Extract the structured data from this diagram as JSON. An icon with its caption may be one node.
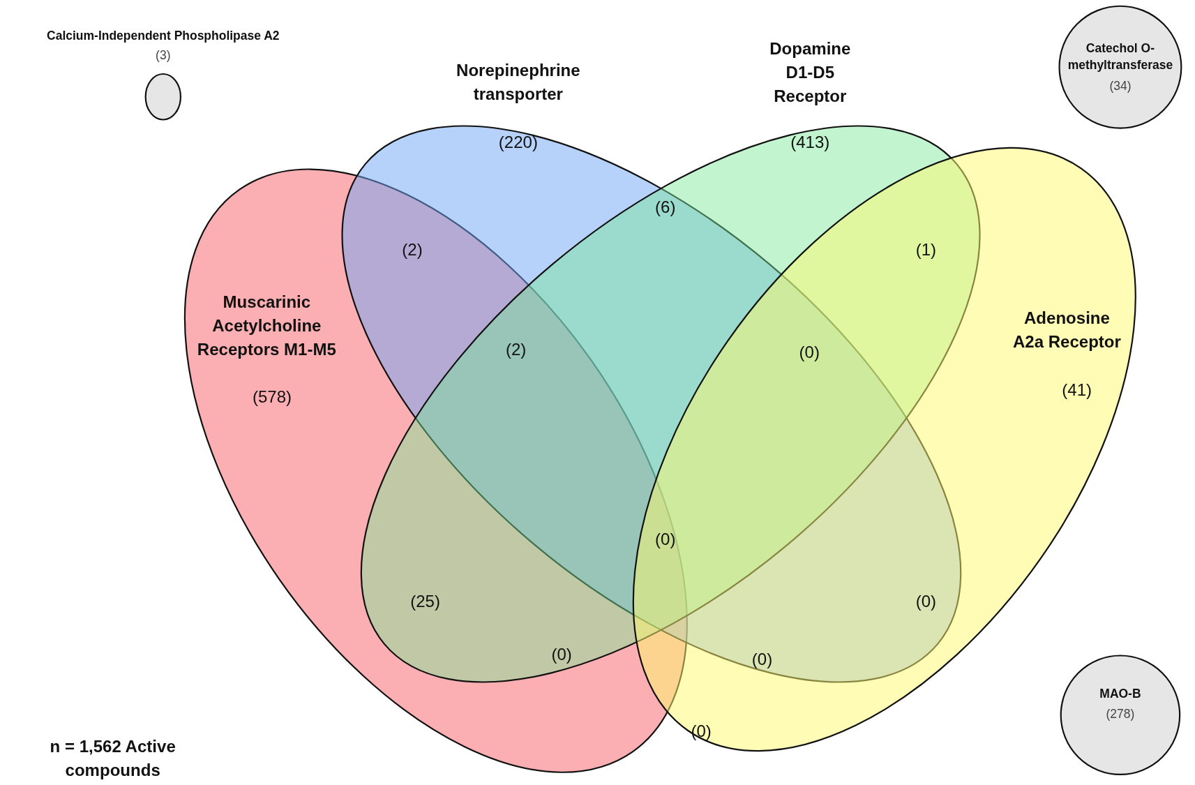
{
  "diagram": {
    "nodes": [
      {
        "text": [
          "Muscarinic Acetylcholine Receptors M1-M5",
          "(578)"
        ]
      },
      {
        "text": [
          "Norepinephrine transporter",
          "(220)"
        ]
      },
      {
        "text": [
          "Dopamine D1-D5 Receptor",
          "(413)"
        ]
      },
      {
        "text": [
          "Adenosine A2a Receptor",
          "(41)"
        ]
      },
      {
        "text": [
          "Calcium-Independent Phospholipase A2",
          "(3)"
        ]
      },
      {
        "text": [
          "Catechol O-methyltransferase",
          "(34)"
        ]
      },
      {
        "text": [
          "MAO-B",
          "(278)"
        ]
      }
    ],
    "labels": [
      "(6)",
      "(2)",
      "(1)",
      "(2)",
      "(0)",
      "(0)",
      "(25)",
      "(0)",
      "(0)",
      "(0)",
      "(0)",
      "n = 1,562 Active compounds"
    ]
  }
}
